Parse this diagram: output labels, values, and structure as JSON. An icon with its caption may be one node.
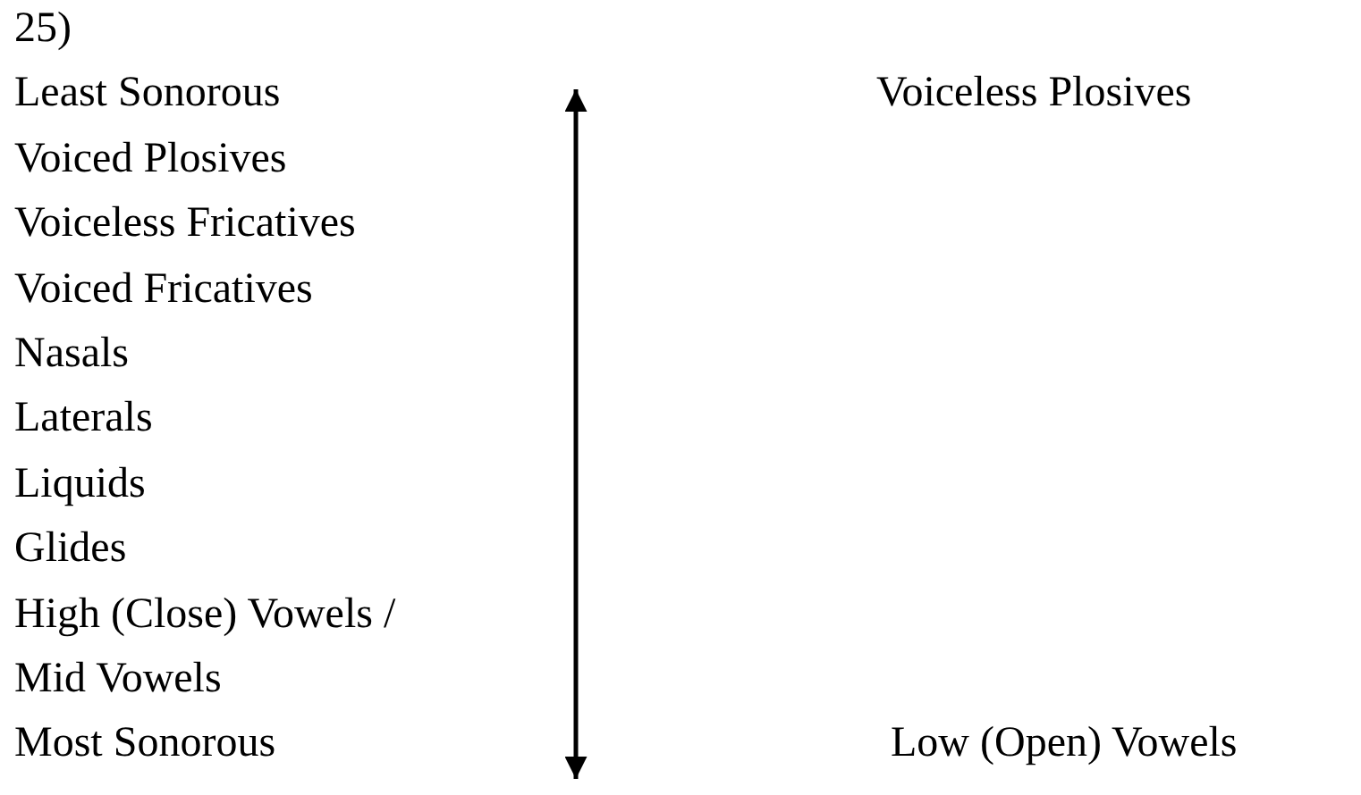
{
  "diagram": {
    "labels": [
      "25)",
      "Least Sonorous",
      "Voiceless Plosives",
      "Voiced Plosives",
      "Voiceless Fricatives",
      "Voiced Fricatives",
      "Nasals",
      "Laterals",
      "Liquids",
      "Glides",
      "High (Close) Vowels /",
      "Mid Vowels",
      "Most Sonorous",
      "Low (Open) Vowels"
    ]
  }
}
